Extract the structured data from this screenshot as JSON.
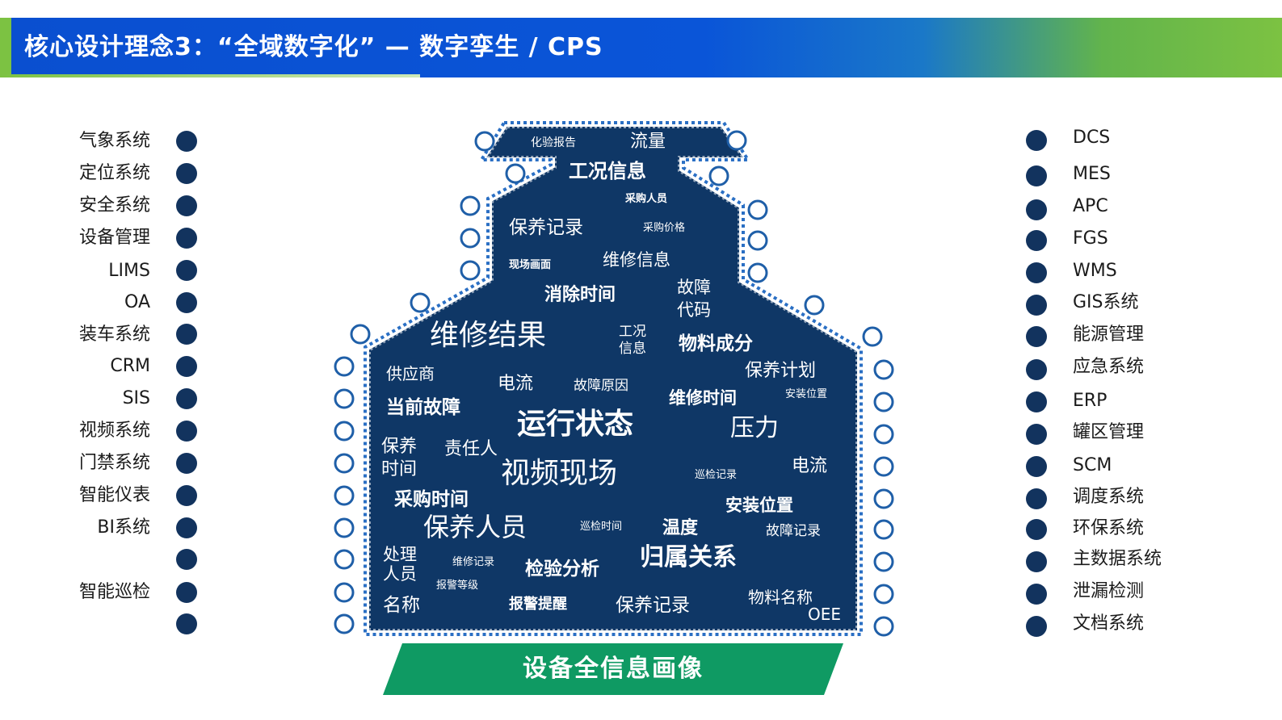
{
  "title": "核心设计理念3：“全域数字化” — 数字孪生 / CPS",
  "left_systems": [
    "气象系统",
    "定位系统",
    "安全系统",
    "设备管理",
    "LIMS",
    "OA",
    "装车系统",
    "CRM",
    "SIS",
    "视频系统",
    "门禁系统",
    "智能仪表",
    "BI系统",
    "",
    "智能巡检",
    ""
  ],
  "right_systems": [
    "DCS",
    "MES",
    "APC",
    "FGS",
    "WMS",
    "GIS系统",
    "能源管理",
    "应急系统",
    "ERP",
    "罐区管理",
    "SCM",
    "调度系统",
    "环保系统",
    "主数据系统",
    "泄漏检测",
    "文档系统"
  ],
  "center_words": {
    "w1": "化验报告",
    "w2": "流量",
    "w3": "工况信息",
    "w4": "采购人员",
    "w5": "保养记录",
    "w6": "采购价格",
    "w7": "现场画面",
    "w8": "维修信息",
    "w9": "消除时间",
    "w10": "故障",
    "w11": "代码",
    "w12": "维修结果",
    "w13": "工况",
    "w14": "信息",
    "w15": "物料成分",
    "w16": "供应商",
    "w17": "电流",
    "w18": "故障原因",
    "w19": "保养计划",
    "w20": "维修时间",
    "w21": "安装位置",
    "w22": "当前故障",
    "w23": "运行状态",
    "w24": "压力",
    "w25": "保养",
    "w26": "时间",
    "w27": "责任人",
    "w28": "视频现场",
    "w29": "巡检记录",
    "w30": "电流",
    "w31": "采购时间",
    "w32": "安装位置",
    "w33": "保养人员",
    "w34": "巡检时间",
    "w35": "温度",
    "w36": "故障记录",
    "w37": "处理",
    "w38": "人员",
    "w39": "维修记录",
    "w40": "检验分析",
    "w41": "归属关系",
    "w42": "报警等级",
    "w43": "名称",
    "w44": "报警提醒",
    "w45": "保养记录",
    "w46": "物料名称",
    "w47": "OEE"
  },
  "banner": "设备全信息画像",
  "colors": {
    "header_blue": "#0a55d8",
    "header_green": "#7cc242",
    "line_blue": "#1f5fa8",
    "node_navy": "#12335e",
    "shape_navy": "#0f3766",
    "banner_green": "#0f9a63"
  },
  "icons": {
    "connector_start": "filled-navy-dot-icon",
    "connector_end": "hollow-ring-icon"
  }
}
